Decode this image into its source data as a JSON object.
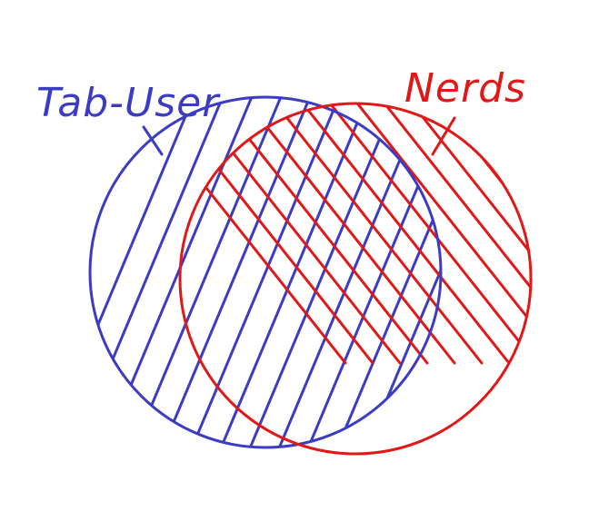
{
  "diagram": {
    "type": "venn",
    "sets": [
      {
        "label": "Tab-User",
        "color": "#3b3bc4",
        "hatch": "diagonal-forward"
      },
      {
        "label": "Nerds",
        "color": "#e01818",
        "hatch": "diagonal-backward"
      }
    ],
    "style": "hand-drawn"
  }
}
